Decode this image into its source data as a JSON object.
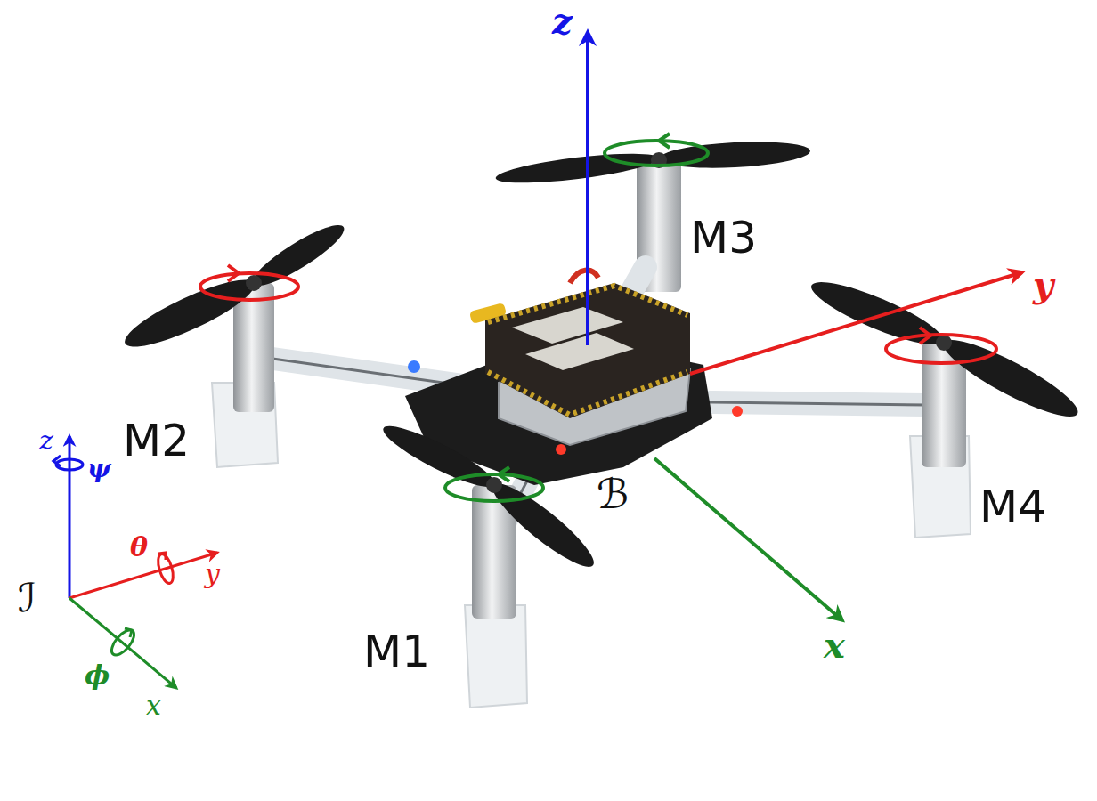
{
  "diagram": {
    "labels": [
      "z",
      "M3",
      "y",
      "M2",
      "ℬ",
      "M4",
      "z",
      "ψ",
      "θ",
      "y",
      "ℐ",
      "M1",
      "ϕ",
      "x",
      "x"
    ]
  }
}
